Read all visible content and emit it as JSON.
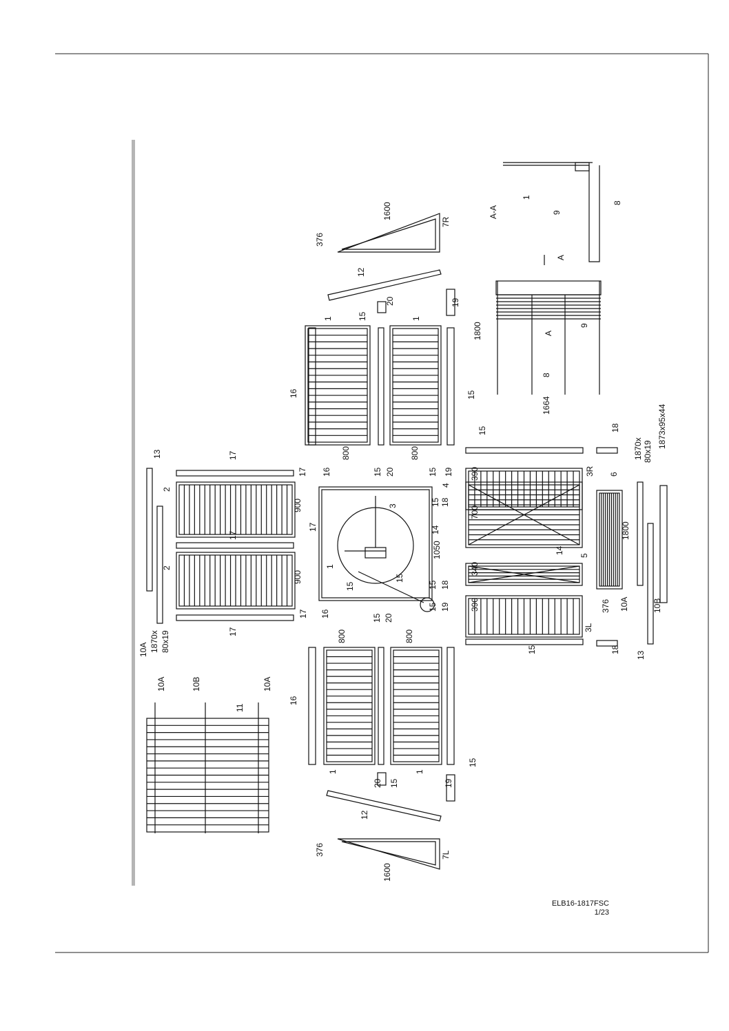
{
  "document": {
    "code": "ELB16-1817FSC",
    "page": "1/23"
  },
  "colors": {
    "line": "#111111",
    "frame": "#222222",
    "side_bar": "#b5b5b5"
  },
  "callouts": [
    "A-A",
    "1",
    "9",
    "8",
    "A",
    "376",
    "1600",
    "7R",
    "12",
    "20",
    "19",
    "15",
    "1",
    "1",
    "16",
    "15",
    "800",
    "800",
    "1800",
    "A",
    "9",
    "8",
    "1664",
    "13",
    "17",
    "17",
    "16",
    "15",
    "20",
    "15",
    "19",
    "15",
    "18",
    "390",
    "3R",
    "6",
    "4",
    "2",
    "900",
    "3",
    "15",
    "18",
    "700",
    "1870x",
    "80x19",
    "1873x95x44",
    "17",
    "17",
    "14",
    "1050",
    "14",
    "1800",
    "1",
    "15",
    "15",
    "5",
    "340",
    "2",
    "900",
    "15",
    "18",
    "15",
    "19",
    "390",
    "376",
    "10A",
    "10B",
    "10A",
    "1870x",
    "80x19",
    "17",
    "17",
    "16",
    "15",
    "20",
    "3L",
    "800",
    "800",
    "15",
    "18",
    "13",
    "10A",
    "10B",
    "10A",
    "11",
    "16",
    "1",
    "1",
    "15",
    "20",
    "15",
    "19",
    "12",
    "376",
    "1600",
    "7L"
  ]
}
